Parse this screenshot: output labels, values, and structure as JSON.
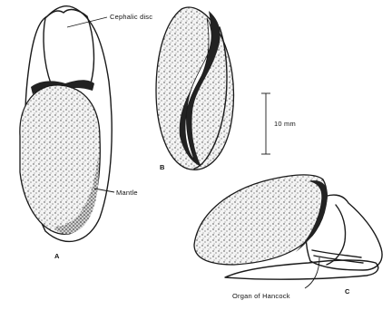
{
  "labels": {
    "cephalic_disc": "Cephalic disc",
    "mantle": "Mantle",
    "organ_of_hancock": "Organ of Hancock",
    "scale_bar": "10 mm",
    "panel_a": "A",
    "panel_b": "B",
    "panel_c": "C"
  }
}
